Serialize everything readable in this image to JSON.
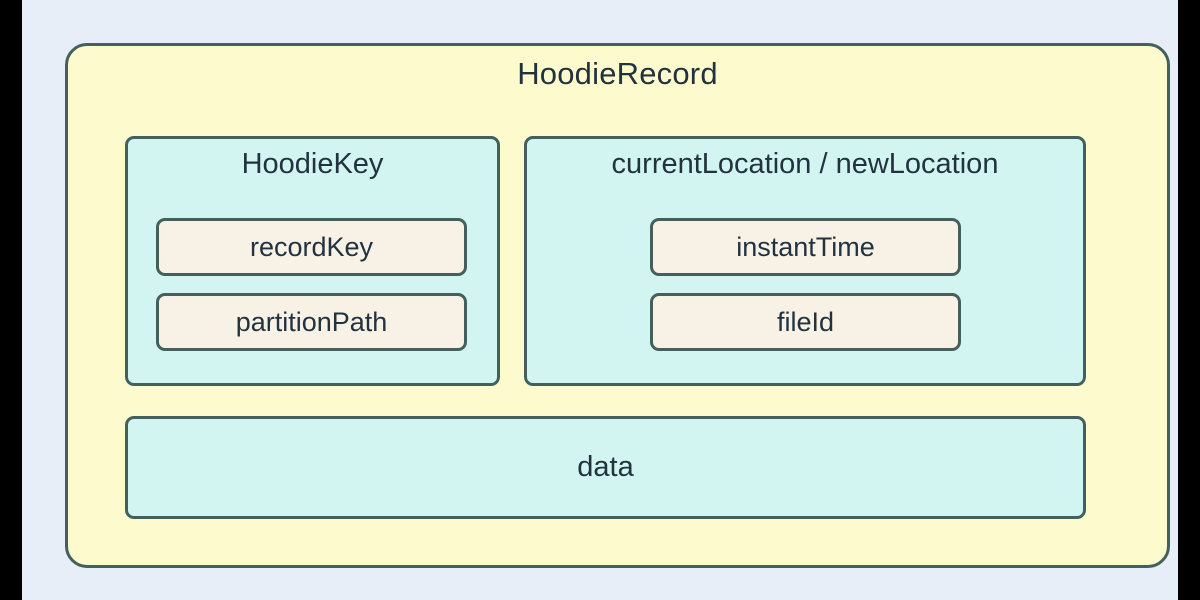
{
  "diagram": {
    "title": "HoodieRecord",
    "colors": {
      "page_background": "#e7eef7",
      "letterbox": "#000000",
      "outer_fill": "#fdfbcd",
      "panel_fill": "#d3f5f1",
      "chip_fill": "#f7f1e6",
      "stroke": "#44605d",
      "text": "#22333f"
    },
    "panels": [
      {
        "name": "hoodie-key",
        "title": "HoodieKey",
        "fields": [
          {
            "name": "record-key",
            "label": "recordKey"
          },
          {
            "name": "partition-path",
            "label": "partitionPath"
          }
        ]
      },
      {
        "name": "location",
        "title": "currentLocation / newLocation",
        "fields": [
          {
            "name": "instant-time",
            "label": "instantTime"
          },
          {
            "name": "file-id",
            "label": "fileId"
          }
        ]
      }
    ],
    "data_band": {
      "name": "data",
      "label": "data"
    }
  }
}
